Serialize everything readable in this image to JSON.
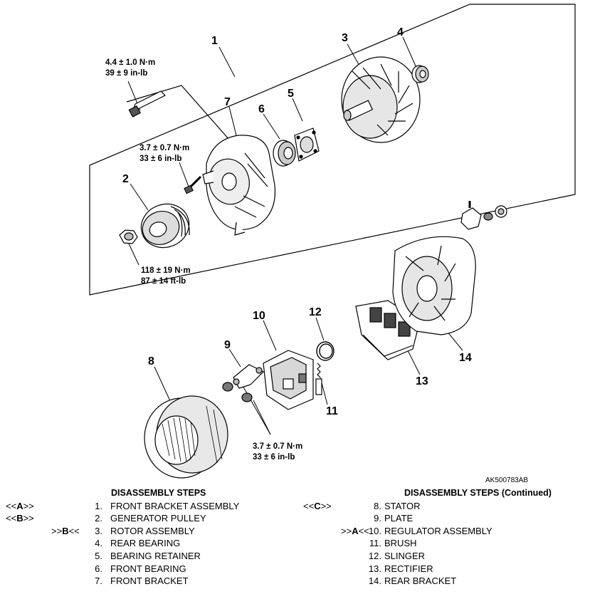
{
  "diagram": {
    "part_numbers": [
      "1",
      "2",
      "3",
      "4",
      "5",
      "6",
      "7",
      "8",
      "9",
      "10",
      "11",
      "12",
      "13",
      "14"
    ],
    "torque_bolt_top": [
      "4.4 ± 1.0 N·m",
      "39 ± 9 in-lb"
    ],
    "torque_bolt_mid": [
      "3.7 ± 0.7 N·m",
      "33 ± 6 in-lb"
    ],
    "torque_nut": [
      "118 ± 19 N·m",
      "87 ± 14 ft-lb"
    ],
    "torque_plate_screws": [
      "3.7 ± 0.7 N·m",
      "33 ± 6 in-lb"
    ],
    "image_code": "AK500783AB"
  },
  "steps_left": {
    "heading": "DISASSEMBLY STEPS",
    "items": [
      {
        "marker_pre": "<<",
        "marker_letter": "A",
        "marker_post": ">>",
        "marker_side": "left",
        "num": "1.",
        "label": "FRONT BRACKET ASSEMBLY"
      },
      {
        "marker_pre": "<<",
        "marker_letter": "B",
        "marker_post": ">>",
        "marker_side": "left",
        "num": "2.",
        "label": "GENERATOR PULLEY"
      },
      {
        "marker_pre": ">>",
        "marker_letter": "B",
        "marker_post": "<<",
        "marker_side": "right",
        "num": "3.",
        "label": "ROTOR ASSEMBLY"
      },
      {
        "marker_pre": "",
        "marker_letter": "",
        "marker_post": "",
        "marker_side": "",
        "num": "4.",
        "label": "REAR BEARING"
      },
      {
        "marker_pre": "",
        "marker_letter": "",
        "marker_post": "",
        "marker_side": "",
        "num": "5.",
        "label": "BEARING RETAINER"
      },
      {
        "marker_pre": "",
        "marker_letter": "",
        "marker_post": "",
        "marker_side": "",
        "num": "6.",
        "label": "FRONT BEARING"
      },
      {
        "marker_pre": "",
        "marker_letter": "",
        "marker_post": "",
        "marker_side": "",
        "num": "7.",
        "label": "FRONT BRACKET"
      }
    ]
  },
  "steps_right": {
    "heading": "DISASSEMBLY STEPS (Continued)",
    "items": [
      {
        "marker_pre": "<<",
        "marker_letter": "C",
        "marker_post": ">>",
        "marker_side": "left",
        "num": "8.",
        "label": "STATOR"
      },
      {
        "marker_pre": "",
        "marker_letter": "",
        "marker_post": "",
        "marker_side": "",
        "num": "9.",
        "label": "PLATE"
      },
      {
        "marker_pre": ">>",
        "marker_letter": "A",
        "marker_post": "<<",
        "marker_side": "right",
        "num": "10.",
        "label": "REGULATOR ASSEMBLY"
      },
      {
        "marker_pre": "",
        "marker_letter": "",
        "marker_post": "",
        "marker_side": "",
        "num": "11.",
        "label": "BRUSH"
      },
      {
        "marker_pre": "",
        "marker_letter": "",
        "marker_post": "",
        "marker_side": "",
        "num": "12.",
        "label": "SLINGER"
      },
      {
        "marker_pre": "",
        "marker_letter": "",
        "marker_post": "",
        "marker_side": "",
        "num": "13.",
        "label": "RECTIFIER"
      },
      {
        "marker_pre": "",
        "marker_letter": "",
        "marker_post": "",
        "marker_side": "",
        "num": "14.",
        "label": "REAR BRACKET"
      }
    ]
  }
}
